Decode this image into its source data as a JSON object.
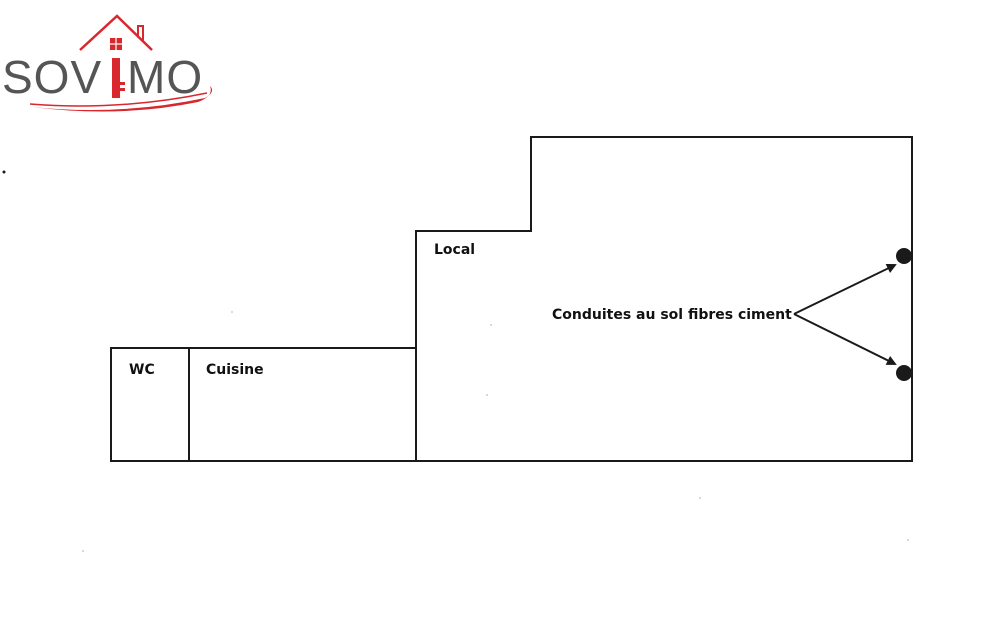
{
  "logo": {
    "text_left": "SOV",
    "text_right": "MO",
    "colors": {
      "red": "#d9272e",
      "gray": "#555555"
    }
  },
  "rooms": {
    "wc": "WC",
    "cuisine": "Cuisine",
    "local": "Local"
  },
  "annotation": {
    "label": "Conduites au sol fibres ciment",
    "points": 2
  },
  "colors": {
    "line": "#1a1a1a",
    "background": "#ffffff"
  }
}
